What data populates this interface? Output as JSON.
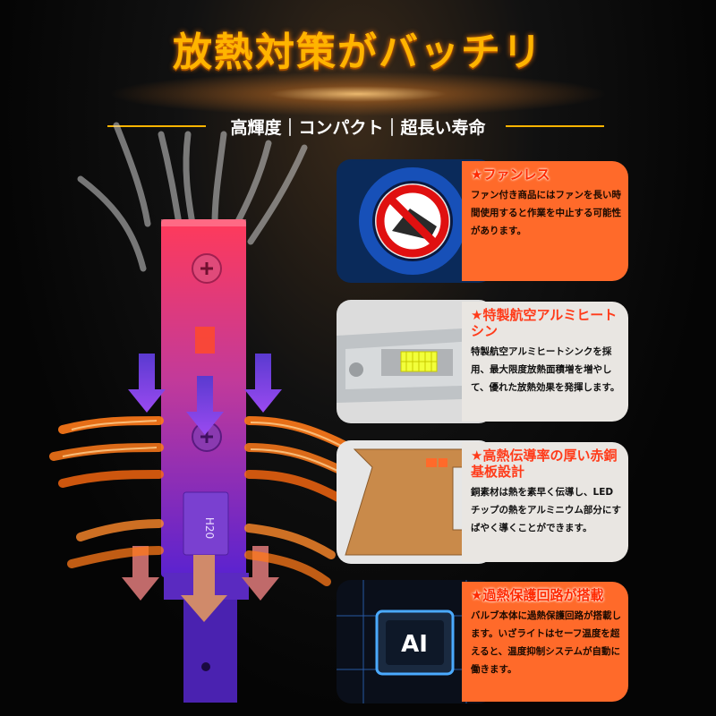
{
  "title": "放熱対策がバッチリ",
  "subtitle": "高輝度｜コンパクト｜超長い寿命",
  "bulb_label": "H20",
  "features": [
    {
      "heading": "★ファンレス",
      "body": "ファン付き商品にはファンを長い時間使用すると作業を中止する可能性があります。"
    },
    {
      "heading": "★特製航空アルミヒートシン",
      "body": "特製航空アルミヒートシンクを採用、最大限度放熱面積増を増やして、優れた放熱効果を発揮します。"
    },
    {
      "heading": "★高熱伝導率の厚い赤銅基板設計",
      "body": "銅素材は熱を素早く伝導し、LEDチップの熱をアルミニウム部分にすばやく導くことができます。"
    },
    {
      "heading": "★過熱保護回路が搭載",
      "body": "バルブ本体に過熱保護回路が搭載します。いざライトはセーフ温度を超えると、温度抑制システムが自動に働きます。"
    }
  ],
  "chip_text": "AI",
  "colors": {
    "title": "#ffb400",
    "accent": "#ff6a2a",
    "bulb_top": "#e8385a",
    "bulb_bottom": "#6a2ad0",
    "arrow_purple": "#7b3fe0",
    "arrow_orange": "#ff7a1a"
  }
}
